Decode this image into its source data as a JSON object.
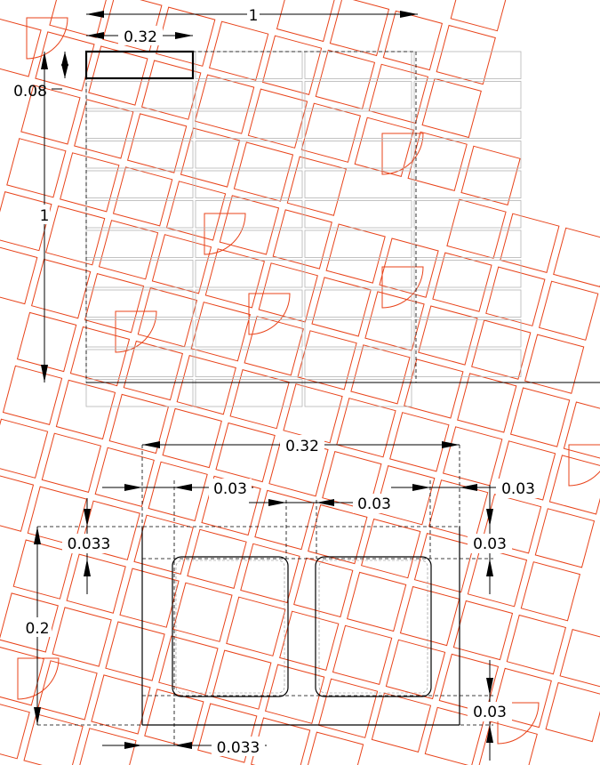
{
  "colors": {
    "background": "#ffffff",
    "line": "#000000",
    "tile": "#e8431a",
    "grid": "#b4b4b4"
  },
  "top_plan": {
    "width_label": "1",
    "cell_width_label": "0.32",
    "cell_height_label": "0.08",
    "height_label": "1",
    "columns": 4,
    "rows": 12
  },
  "bottom_detail": {
    "width_label": "0.32",
    "height_label": "0.2",
    "left_gap_label": "0.03",
    "middle_gap_label": "0.03",
    "right_gap_label": "0.03",
    "top_gap_label": "0.033",
    "right_top_label": "0.03",
    "right_bottom_label": "0.03",
    "bottom_gap_label": "0.033"
  }
}
